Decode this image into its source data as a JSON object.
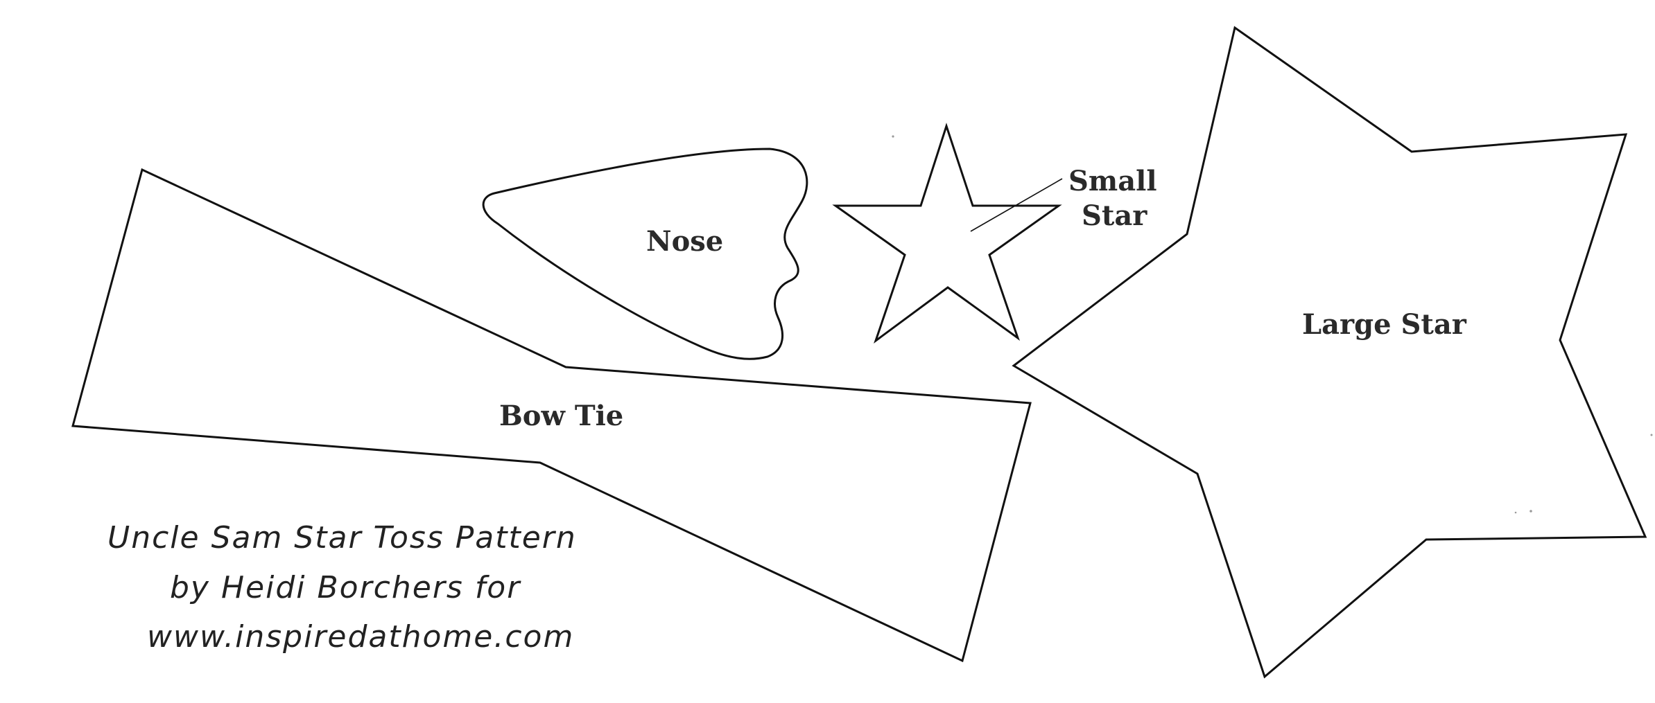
{
  "pieces": {
    "bow_tie": "Bow Tie",
    "nose": "Nose",
    "small_star": [
      "Small",
      "Star"
    ],
    "large_star": "Large Star"
  },
  "credit": {
    "line1": "Uncle Sam Star Toss Pattern",
    "line2": "by Heidi Borchers for",
    "line3": "www.inspiredathome.com"
  },
  "colors": {
    "paper": "#ffffff",
    "ink": "#111111"
  }
}
